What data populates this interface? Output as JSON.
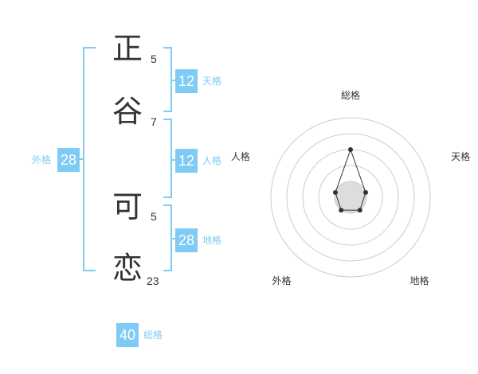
{
  "name": {
    "chars": [
      {
        "char": "正",
        "strokes": "5"
      },
      {
        "char": "谷",
        "strokes": "7"
      },
      {
        "char": "可",
        "strokes": "5"
      },
      {
        "char": "恋",
        "strokes": "23"
      }
    ]
  },
  "fortune": {
    "tenkaku": {
      "value": "12",
      "label": "天格"
    },
    "jinkaku": {
      "value": "12",
      "label": "人格"
    },
    "chikaku": {
      "value": "28",
      "label": "地格"
    },
    "gaikaku": {
      "value": "28",
      "label": "外格"
    },
    "soukaku": {
      "value": "40",
      "label": "総格"
    }
  },
  "chart_data": {
    "type": "radar",
    "axes": [
      "総格",
      "天格",
      "地格",
      "外格",
      "人格"
    ],
    "values": [
      3,
      1,
      1,
      1,
      1
    ],
    "range": [
      0,
      5
    ],
    "rings": 4,
    "colors": {
      "bracket": "#7ecbf5",
      "line": "#333333",
      "ring": "#cccccc",
      "center": "#dddddd"
    }
  }
}
